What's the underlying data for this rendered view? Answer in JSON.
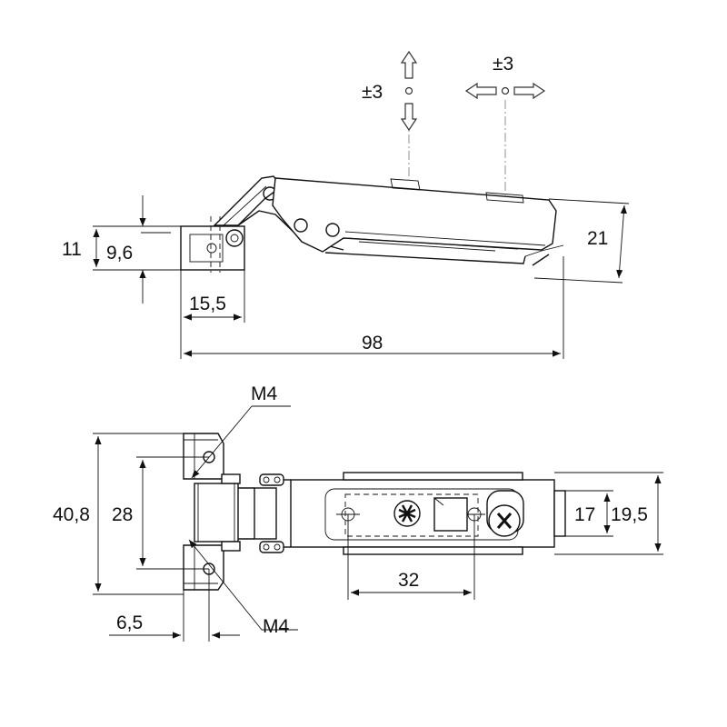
{
  "drawing": {
    "dimensions": {
      "side_height_outer": "11",
      "side_height_inner": "9,6",
      "side_block_width": "15,5",
      "overall_length": "98",
      "arm_height": "21",
      "adjust_vertical": "±3",
      "adjust_horizontal": "±3",
      "thread_top": "M4",
      "thread_bottom": "M4",
      "plate_height_outer": "40,8",
      "plate_height_inner": "28",
      "plate_offset": "6,5",
      "hole_spacing": "32",
      "arm_width_inner": "17",
      "arm_width_outer": "19,5"
    }
  }
}
